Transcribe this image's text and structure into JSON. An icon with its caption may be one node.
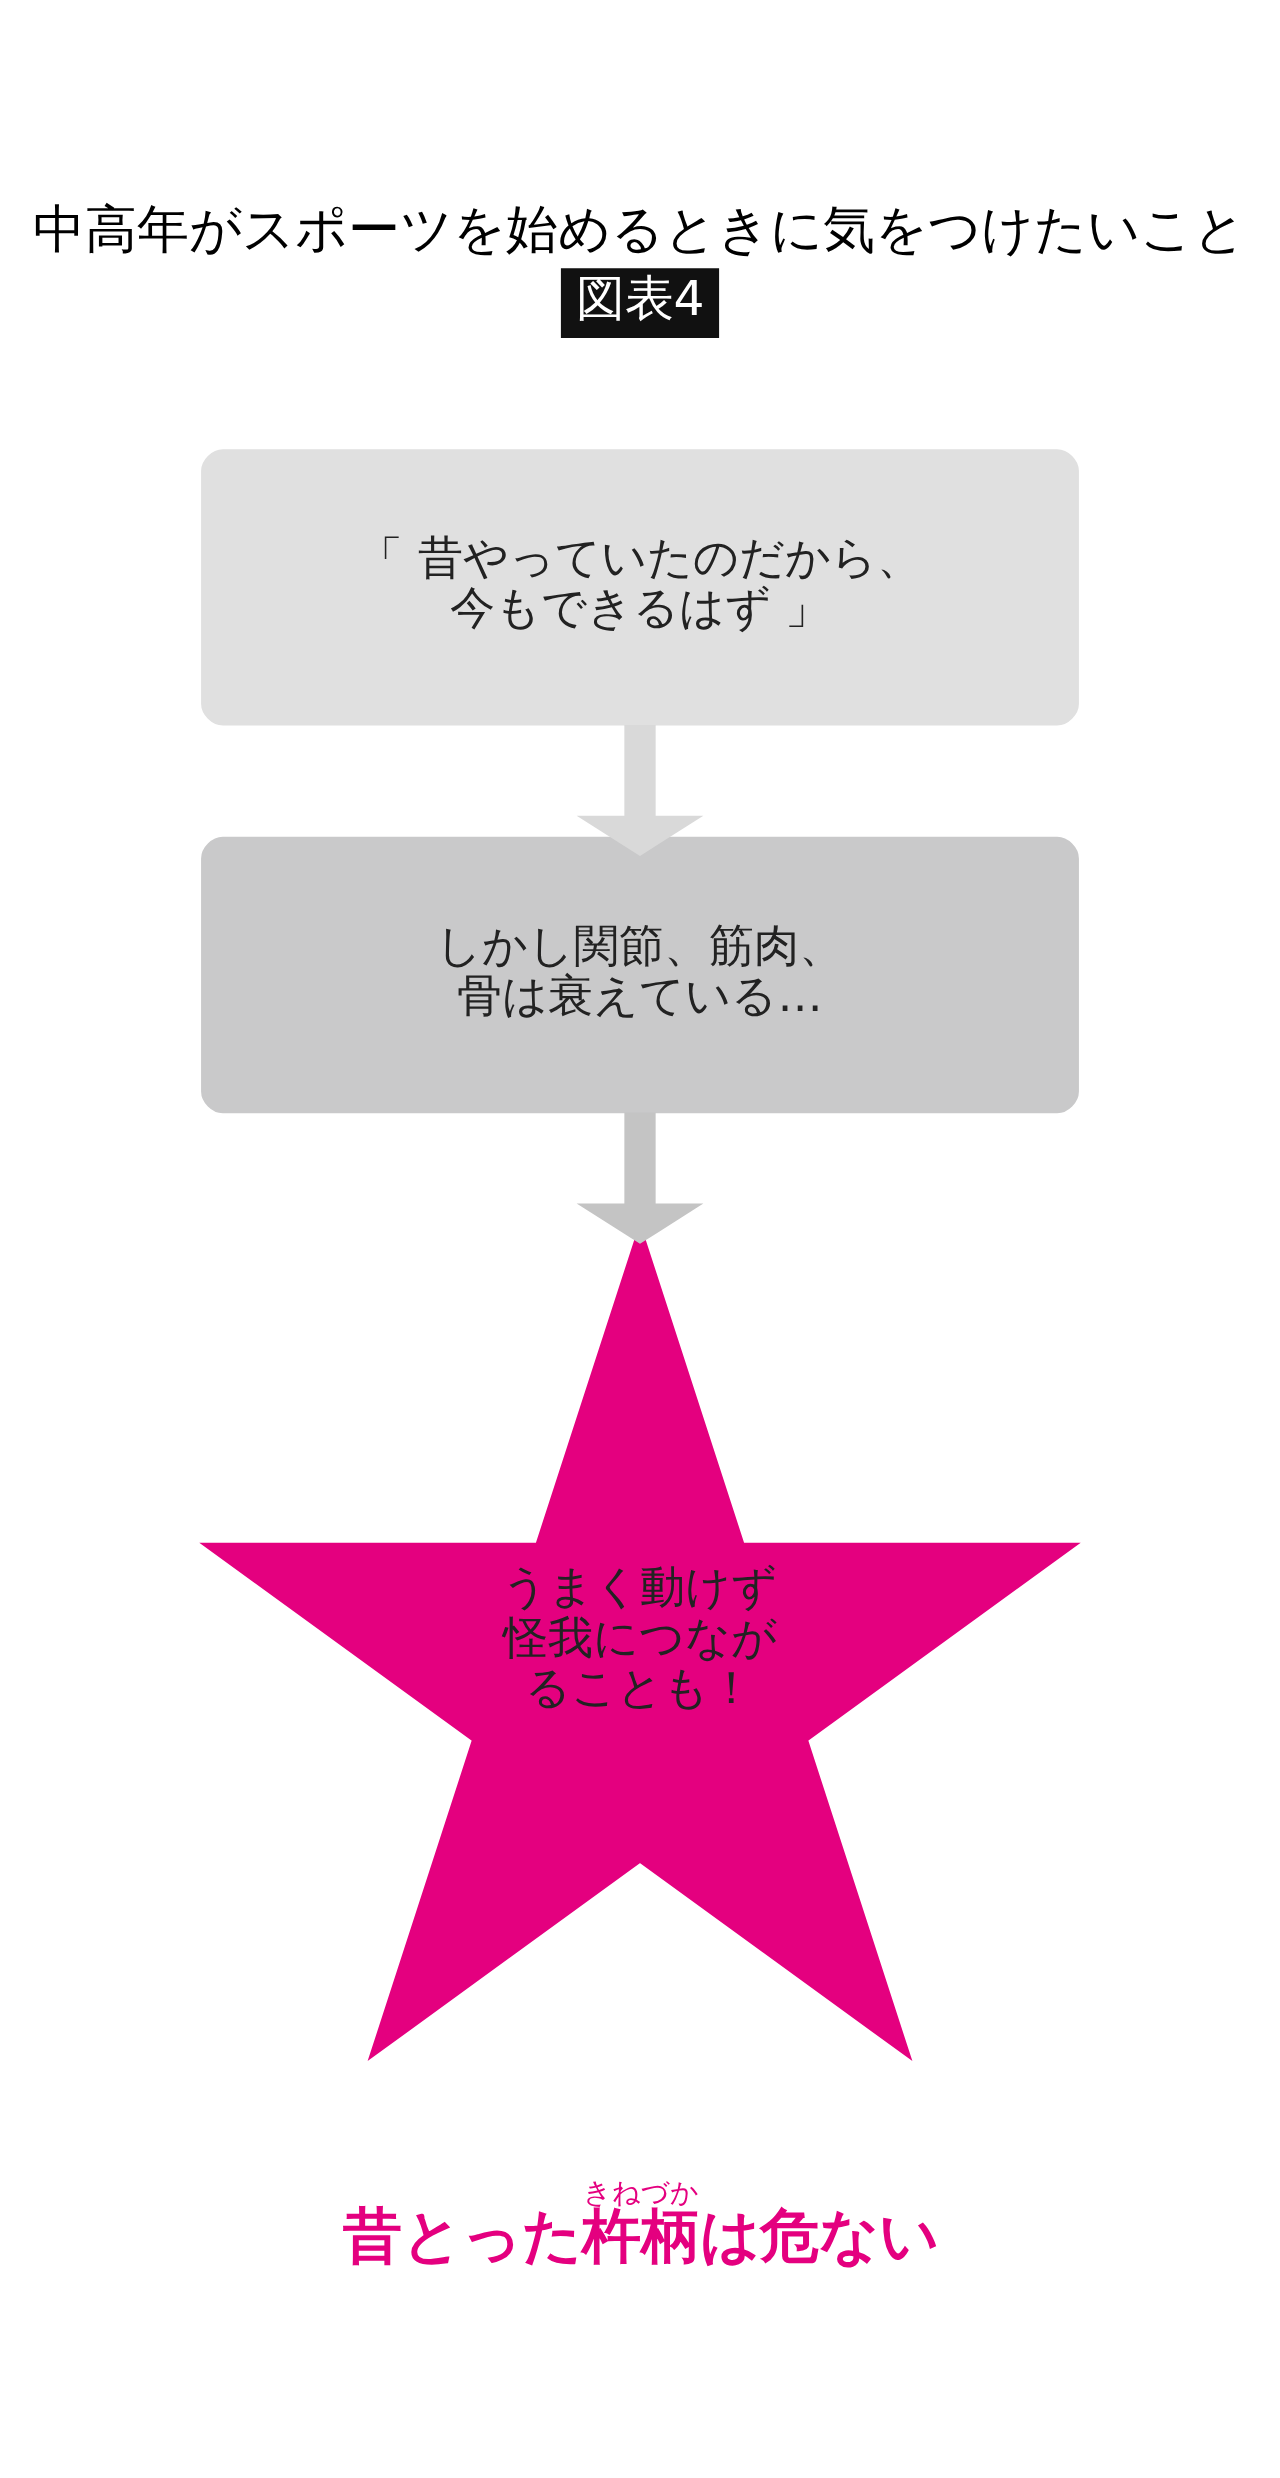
{
  "diagram": {
    "title": "中高年がスポーツを始めるときに気をつけたいこと",
    "nodes": [
      {
        "text": [
          "「 昔やっていたのだから、今もできるはず 」"
        ]
      },
      {
        "text": [
          "しかし関節、筋肉、骨は衰えている…"
        ]
      },
      {
        "text": [
          "うまく動けず怪我につながることも！"
        ]
      }
    ],
    "edges": [
      {
        "from": 0,
        "to": 1,
        "arrow": "to"
      },
      {
        "from": 1,
        "to": 2,
        "arrow": "to"
      }
    ],
    "labels": [
      "図表4",
      "きねづか",
      "昔とった杵柄は危ない"
    ]
  }
}
